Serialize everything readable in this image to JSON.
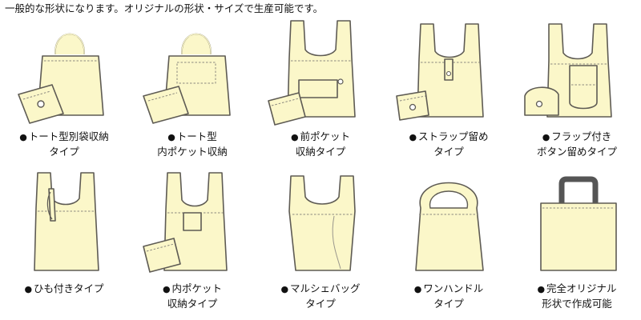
{
  "intro": "一般的な形状になります。オリジナルの形状・サイズで生産可能です。",
  "items": [
    {
      "icon": "tote-bag-with-pouch-icon",
      "line1": "トート型別袋収納",
      "line2": "タイプ"
    },
    {
      "icon": "tote-bag-inner-pocket-icon",
      "line1": "トート型",
      "line2": "内ポケット収納"
    },
    {
      "icon": "front-pocket-bag-icon",
      "line1": "前ポケット",
      "line2": "収納タイプ"
    },
    {
      "icon": "strap-closure-bag-icon",
      "line1": "ストラップ留め",
      "line2": "タイプ"
    },
    {
      "icon": "flap-button-bag-icon",
      "line1": "フラップ付き",
      "line2": "ボタン留めタイプ"
    },
    {
      "icon": "string-attached-bag-icon",
      "line1": "ひも付きタイプ",
      "line2": ""
    },
    {
      "icon": "inner-pocket-bag-icon",
      "line1": "内ポケット",
      "line2": "収納タイプ"
    },
    {
      "icon": "marche-bag-icon",
      "line1": "マルシェバッグ",
      "line2": "タイプ"
    },
    {
      "icon": "one-handle-bag-icon",
      "line1": "ワンハンドル",
      "line2": "タイプ"
    },
    {
      "icon": "custom-bag-icon",
      "line1": "完全オリジナル",
      "line2": "形状で作成可能"
    }
  ]
}
